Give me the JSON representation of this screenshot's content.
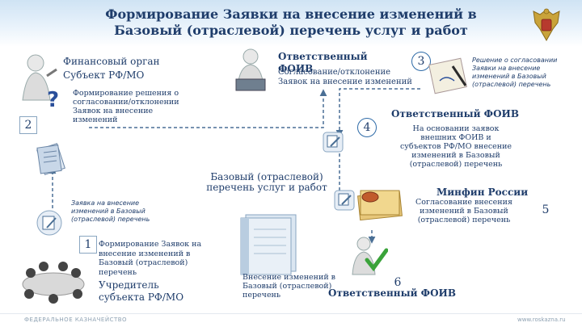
{
  "slide": {
    "title_line1": "Формирование Заявки на внесение изменений в",
    "title_line2": "Базовый (отраслевой) перечень услуг и работ"
  },
  "steps": {
    "step1": {
      "number": "1",
      "text": "Формирование Заявок на внесение изменений в Базовый (отраслевой) перечень",
      "actor": "Учредитель субъекта РФ/МО"
    },
    "step2": {
      "number": "2",
      "actor_line1": "Финансовый орган",
      "actor_line2": "Субъект РФ/МО",
      "text": "Формирование решения о согласовании/отклонении Заявок на внесение изменений"
    },
    "step3": {
      "number": "3",
      "actor": "Ответственный ФОИВ",
      "text": "Согласование/отклонение Заявок на внесение изменений",
      "note": "Решение о согласовании Заявки на внесение изменений в Базовый (отраслевой) перечень"
    },
    "step4": {
      "number": "4",
      "actor": "Ответственный ФОИВ",
      "text": "На основании заявок внешних ФОИВ и субъектов РФ/МО внесение изменений в Базовый (отраслевой) перечень"
    },
    "step5": {
      "number": "5",
      "actor": "Минфин России",
      "text": "Согласование внесения изменений в Базовый (отраслевой) перечень"
    },
    "step6": {
      "number": "6",
      "text": "Внесение изменений в Базовый (отраслевой) перечень",
      "actor": "Ответственный ФОИВ"
    }
  },
  "labels": {
    "application_note": "Заявка на внесение изменений в Базовый (отраслевой) перечень",
    "center_doc": "Базовый (отраслевой) перечень услуг и работ"
  },
  "footer": {
    "left": "ФЕДЕРАЛЬНОЕ КАЗНАЧЕЙСТВО",
    "right": "www.roskazna.ru"
  },
  "colors": {
    "title": "#1f3d6b",
    "text": "#1f3d6b",
    "arrow": "#4a6f95",
    "accent": "#2d6aa7",
    "header_gradient": "#cfe3f4"
  },
  "icons": [
    "person-question-icon",
    "person-laptop-icon",
    "signing-hand-icon",
    "document-stack-icon",
    "document-edit-icon",
    "meeting-people-icon",
    "binder-icon",
    "folders-icon",
    "person-check-icon",
    "emblem-icon"
  ]
}
